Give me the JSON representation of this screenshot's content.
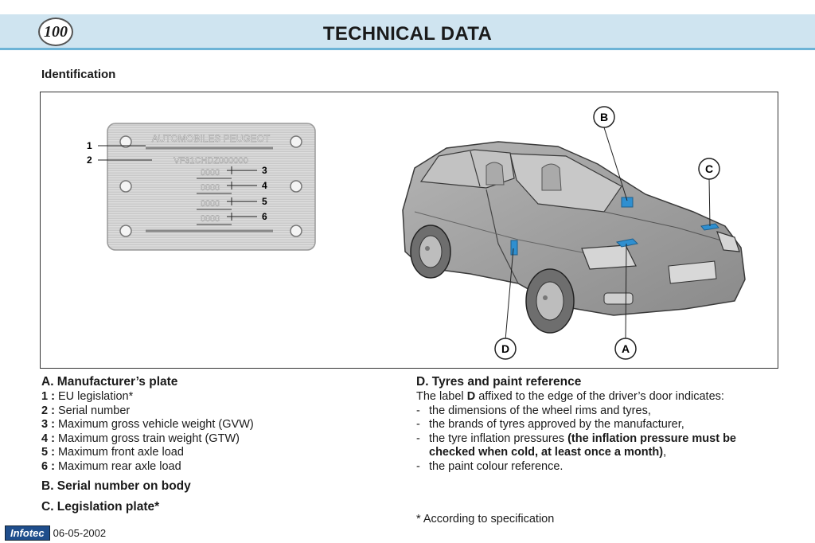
{
  "header": {
    "page_number": "100",
    "title": "TECHNICAL DATA"
  },
  "section_title": "Identification",
  "figure": {
    "plate": {
      "maker": "AUTOMOBILES PEUGEOT",
      "serial": "VF31CHDZ000000",
      "value_fields": [
        "0000",
        "0000",
        "0000",
        "0000"
      ],
      "callouts": [
        "1",
        "2",
        "3",
        "4",
        "5",
        "6"
      ]
    },
    "car_callouts": [
      "A",
      "B",
      "C",
      "D"
    ],
    "colors": {
      "label_blue": "#2f8fd0",
      "body_grey": "#9a9a9a",
      "header_bg": "#cfe4f0",
      "header_line": "#6db3d6"
    }
  },
  "left_column": {
    "a_heading": "A. Manufacturer’s plate",
    "a_items": [
      {
        "num": "1 :",
        "text": "EU legislation*"
      },
      {
        "num": "2 :",
        "text": "Serial number"
      },
      {
        "num": "3 :",
        "text": "Maximum gross vehicle weight (GVW)"
      },
      {
        "num": "4 :",
        "text": "Maximum gross train weight (GTW)"
      },
      {
        "num": "5 :",
        "text": "Maximum front axle load"
      },
      {
        "num": "6 :",
        "text": "Maximum rear axle load"
      }
    ],
    "b_heading": "B. Serial number on body",
    "c_heading": "C. Legislation plate*"
  },
  "right_column": {
    "d_heading": "D. Tyres and paint reference",
    "intro_before": "The label ",
    "intro_bold": "D",
    "intro_after": " affixed to the edge of the driver’s door indicates:",
    "bullets": [
      "the dimensions of the wheel rims and tyres,",
      "the brands of tyres approved by the manufacturer,",
      "the tyre inflation pressures ",
      "the paint colour reference."
    ],
    "bullet3_bold": "(the inflation pressure must be checked when cold, at least once a month)",
    "bullet3_tail": ","
  },
  "footnote": "* According to specification",
  "footer": {
    "brand": "Infotec",
    "date": "06-05-2002"
  }
}
